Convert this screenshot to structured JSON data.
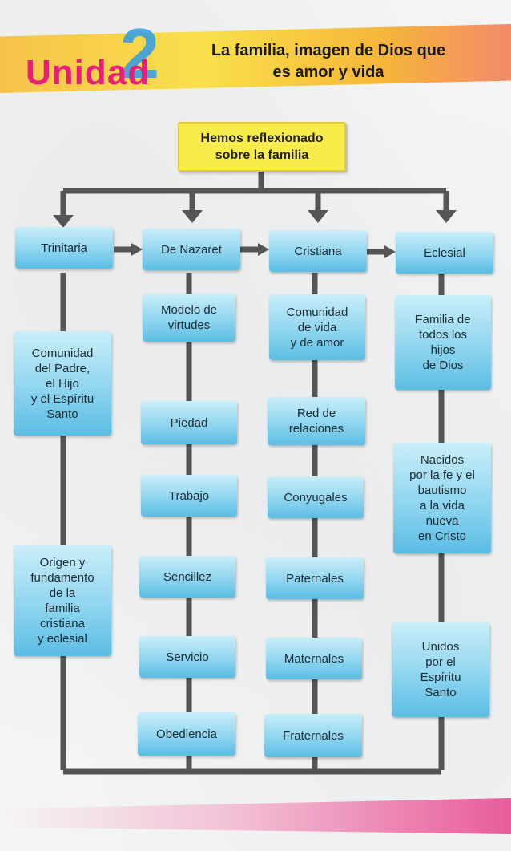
{
  "header": {
    "unit_word": "Unidad",
    "unit_number": "2",
    "title": "La familia, imagen de Dios que es amor y vida"
  },
  "root": "Hemos reflexionado\nsobre la familia",
  "columns": [
    {
      "heading": "Trinitaria",
      "items": [
        "Comunidad\ndel Padre,\nel Hijo\ny el Espíritu\nSanto",
        "Origen y\nfundamento\nde la\nfamilia\ncristiana\ny eclesial"
      ]
    },
    {
      "heading": "De Nazaret",
      "items": [
        "Modelo de\nvirtudes",
        "Piedad",
        "Trabajo",
        "Sencillez",
        "Servicio",
        "Obediencia"
      ]
    },
    {
      "heading": "Cristiana",
      "items": [
        "Comunidad\nde vida\ny de amor",
        "Red de\nrelaciones",
        "Conyugales",
        "Paternales",
        "Maternales",
        "Fraternales"
      ]
    },
    {
      "heading": "Eclesial",
      "items": [
        "Familia de\ntodos los\nhijos\nde Dios",
        "Nacidos\npor la fe y el\nbautismo\na la vida\nnueva\nen Cristo",
        "Unidos\npor el\nEspíritu\nSanto"
      ]
    }
  ],
  "colors": {
    "node_gradient": [
      "#c9eef9",
      "#5bbde3"
    ],
    "root_fill": "#f7ec4a",
    "connector": "#555555",
    "unit_word": "#e81f7a",
    "unit_number": "#3aa0e0"
  }
}
